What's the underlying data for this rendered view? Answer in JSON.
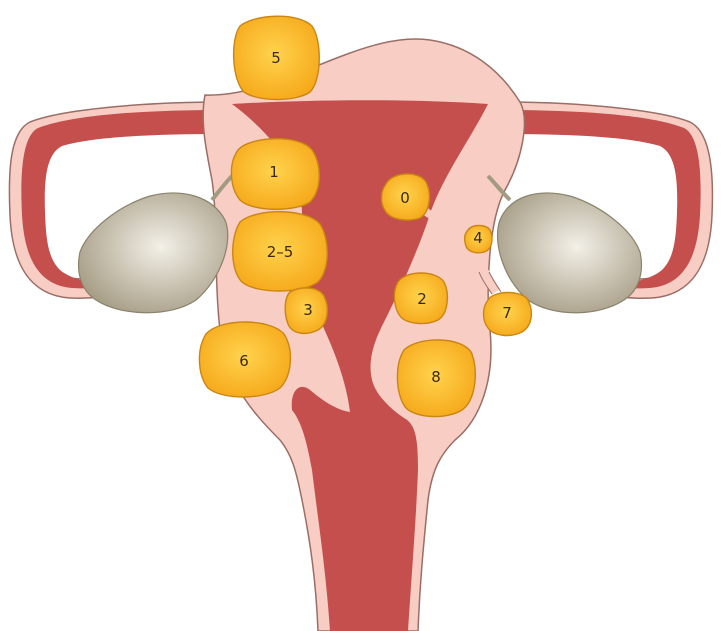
{
  "colors": {
    "tissue": "#f8cdc4",
    "cavity": "#c44f4c",
    "outline": "#9a6e66",
    "fibroid": "#f9b21f",
    "fibroid_center": "#ffd34d",
    "fibroid_edge": "#c98612",
    "ovary_center": "#f2efe6",
    "ovary_edge": "#a39a82"
  },
  "fibroids": [
    {
      "label": "5"
    },
    {
      "label": "1"
    },
    {
      "label": "2–5"
    },
    {
      "label": "3"
    },
    {
      "label": "6"
    },
    {
      "label": "0"
    },
    {
      "label": "4"
    },
    {
      "label": "2"
    },
    {
      "label": "7"
    },
    {
      "label": "8"
    }
  ]
}
